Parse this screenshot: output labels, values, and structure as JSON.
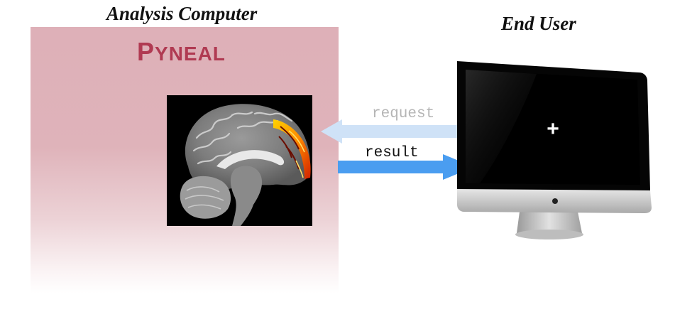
{
  "diagram": {
    "left_title": "Analysis Computer",
    "right_title": "End User",
    "app_name_first": "P",
    "app_name_rest": "YNEAL",
    "request_label": "request",
    "result_label": "result",
    "screen_symbol": "+"
  },
  "colors": {
    "panel": "#deb0b8",
    "app_name": "#b03a52",
    "request_arrow": "#cfe2f7",
    "result_arrow": "#4a9df0",
    "activation": "#ff9a00"
  },
  "icons": {
    "brain": "brain-scan-icon",
    "monitor": "monitor-icon"
  }
}
